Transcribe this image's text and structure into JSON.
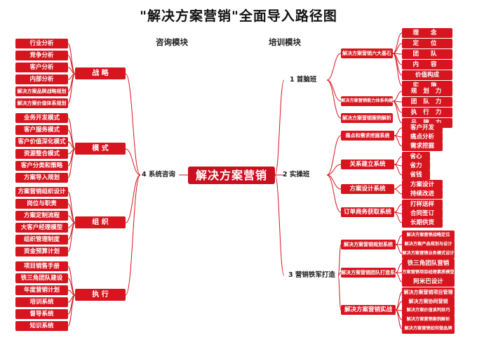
{
  "title": "\"解决方案营销\"全面导入路径图",
  "sections": {
    "consult": "咨询模块",
    "train": "培训模块"
  },
  "center": "解决方案营销",
  "branches": {
    "consult": "4 系统咨询",
    "first": "1 首脑班",
    "practice": "2 实操班",
    "iron": "3 营销铁军打造"
  },
  "left": {
    "strategy": {
      "label": "战 略",
      "items": [
        "行业分析",
        "竞争分析",
        "客户分析",
        "内部分析",
        "解决方案品牌战略规划",
        "解决方案价值体系规划"
      ]
    },
    "model": {
      "label": "模 式",
      "items": [
        "业务开发模式",
        "客户服务模式",
        "客户价值深化模式",
        "资源整合模式",
        "客户分类和策略",
        "方案导入规划"
      ]
    },
    "org": {
      "label": "组 织",
      "items": [
        "方案营销组织设计",
        "岗位与职责",
        "方案定制流程",
        "大客户经理模型",
        "组织管理制度",
        "资金预算计划"
      ]
    },
    "exec": {
      "label": "执 行",
      "items": [
        "项目销售手册",
        "铁三角团队建设",
        "年度营销计划",
        "培训系统",
        "督导系统",
        "知识系统"
      ]
    }
  },
  "right": {
    "first": {
      "subs": [
        {
          "label": "解决方案营销六大基石",
          "items": [
            "理 念",
            "定 位",
            "团 队",
            "内 容",
            "价值构成",
            "实 施"
          ]
        },
        {
          "label": "解决方案营销能力体系构建",
          "items": [
            "规 划 力",
            "团 队 力",
            "执 行 力",
            "品 牌 力"
          ]
        },
        {
          "label": "解决方案营销案例解析",
          "items": []
        }
      ]
    },
    "practice": {
      "subs": [
        {
          "label": "痛点和需求挖掘系统",
          "items": [
            "客户开发",
            "痛点分析",
            "需求挖掘"
          ]
        },
        {
          "label": "关系建立系统",
          "items": [
            "省心",
            "省力",
            "省钱"
          ]
        },
        {
          "label": "方案设计系统",
          "items": [
            "方案设计",
            "持续改进"
          ]
        },
        {
          "label": "订单商务获取系统",
          "items": [
            "打样送样",
            "合同签订",
            "长期供货"
          ]
        }
      ]
    },
    "iron": {
      "subs": [
        {
          "label": "解决方案营销规划系统",
          "items": [
            "解决方案营销战略定位",
            "解决方案产品规划与设计",
            "解决方案营销业务模式设计"
          ]
        },
        {
          "label": "解决方案营销团队打造系统",
          "items": [
            "铁三角团队营销",
            "方案营销项目经理素质模型",
            "阿米巴设计"
          ]
        },
        {
          "label": "解决方案营销实战",
          "items": [
            "解决方案营销项目管理",
            "解决方案协同营销",
            "解决方案价值谈判技巧",
            "解决方案营销案例解析",
            "解决方案营销如何做品牌"
          ]
        }
      ]
    }
  }
}
